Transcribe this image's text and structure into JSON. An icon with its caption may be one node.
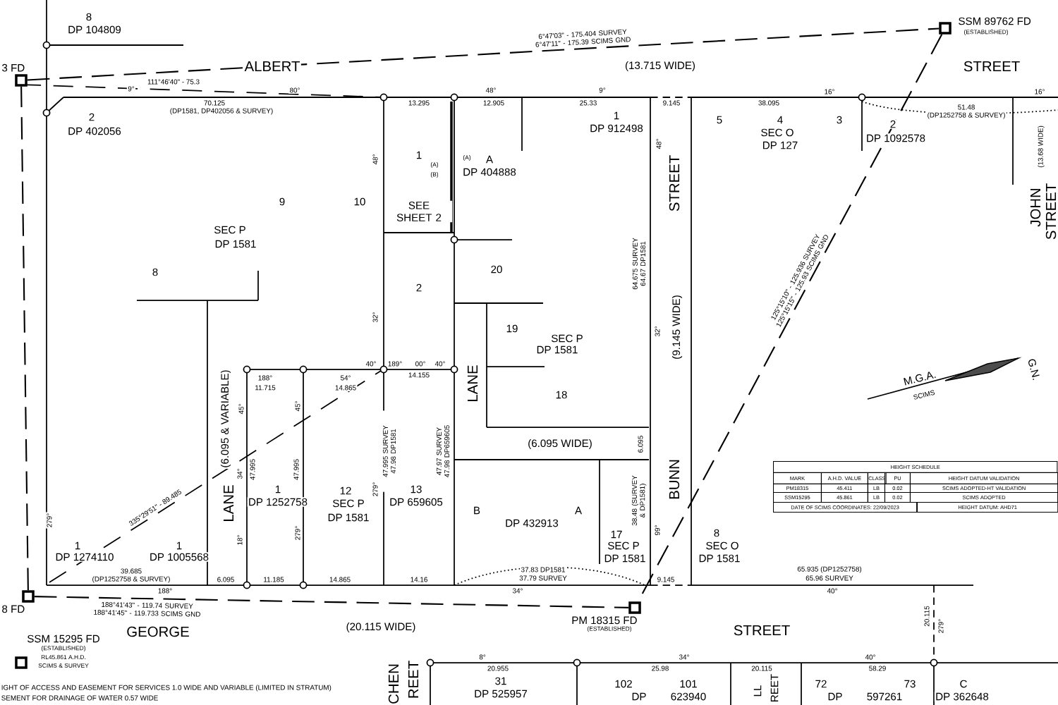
{
  "diagram": {
    "nodes": [
      {
        "text": [
          "3 FD"
        ]
      },
      {
        "text": [
          "SSM 89762 FD",
          "(ESTABLISHED)"
        ]
      },
      {
        "text": [
          "PM 18315 FD",
          "(ESTABLISHED)"
        ]
      },
      {
        "text": [
          "8 FD"
        ]
      },
      {
        "text": [
          "SSM 15295 FD",
          "(ESTABLISHED)",
          "RL45.861 A.H.D.",
          "SCIMS & SURVEY"
        ]
      }
    ],
    "edges": [
      {
        "from": 0,
        "to": 1,
        "arrow": "none",
        "style": "dashed",
        "label": "6°47'03\" - 175.404 SURVEY 6°47'11\" - 175.39 SCIMS GND"
      },
      {
        "from": 1,
        "to": 2,
        "arrow": "none",
        "style": "dashed",
        "label": "125°15'10\" - 125.936 SURVEY 125°15'15\" - 125.93 SCIMS GND"
      },
      {
        "from": 3,
        "to": 2,
        "arrow": "none",
        "style": "dashed",
        "label": "188°41'43\" - 119.74 SURVEY 188°41'45\" - 119.733 SCIMS GND"
      },
      {
        "from": 3,
        "to": 0,
        "arrow": "none",
        "style": "dashed"
      }
    ],
    "labels": [
      "8",
      "DP 104809",
      "ALBERT",
      "(13.715 WIDE)",
      "STREET",
      "9°",
      "111°46'40\" - 75.3",
      "80°",
      "48°",
      "9°",
      "16°",
      "16°",
      "70.125",
      "13.295",
      "12.905",
      "25.33",
      "9.145",
      "38.095",
      "51.48",
      "2",
      "(DP1581, DP402056 & SURVEY)",
      "1",
      "5",
      "4",
      "3",
      "2",
      "(DP1252758 & SURVEY)",
      "DP 402056",
      "DP 912498",
      "SEC O",
      "DP 127",
      "DP 1092578",
      "(13.68 WIDE)",
      "48°",
      "1",
      "(A)",
      "(B)",
      "(A)",
      "A",
      "DP 404888",
      "48°",
      "STREET",
      "9",
      "10",
      "SEE SHEET 2",
      "JOHN",
      "STREET",
      "SEC P",
      "DP 1581",
      "8",
      "20",
      "64.675 SURVEY 64.67 DP1581",
      "2",
      "32°",
      "19",
      "SEC P",
      "32°",
      "(9.145 WIDE)",
      "DP 1581",
      "188°",
      "54°",
      "40°",
      "189°",
      "14.155",
      "00°",
      "40°",
      "LANE",
      "M.G.A.",
      "G.N.",
      "11.715",
      "14.865",
      "18",
      "SCIMS",
      "(6.095 & VARIABLE)",
      "45°",
      "45°",
      "47.995 SURVEY 47.98 DP1581",
      "47.97 SURVEY 47.98 DP659605",
      "(6.095 WIDE)",
      "6.095",
      "34°",
      "47.995",
      "47.995",
      "BUNN",
      "1",
      "12",
      "279°",
      "13",
      "335°29'51\" - 89.485",
      "LANE",
      "DP 1252758",
      "SEC P",
      "DP 659605",
      "B",
      "A",
      "38.48 (SURVEY & DP1581)",
      "279°",
      "DP 1581",
      "DP 432913",
      "99°",
      "279°",
      "17",
      "8",
      "1",
      "1",
      "18°",
      "SEC P",
      "SEC O",
      "DP 1274110",
      "DP 1005568",
      "DP 1581",
      "DP 1581",
      "39.685",
      "37.83 DP1581",
      "65.935 (DP1252758)",
      "(DP1252758 & SURVEY)",
      "6.095",
      "11.185",
      "14.865",
      "14.16",
      "37.79 SURVEY",
      "9.145",
      "65.96 SURVEY",
      "188°",
      "34°",
      "40°",
      "GEORGE",
      "(20.115 WIDE)",
      "STREET",
      "20.115",
      "279°",
      "8°",
      "34°",
      "40°",
      "20.955",
      "25.98",
      "20.115",
      "58.29",
      "CHEN",
      "REET",
      "31",
      "102",
      "101",
      "LL",
      "REET",
      "72",
      "73",
      "C",
      "DP 525957",
      "DP",
      "623940",
      "DP",
      "597261",
      "DP 362648",
      "IGHT OF ACCESS AND EASEMENT FOR SERVICES 1.0 WIDE AND VARIABLE (LIMITED IN STRATUM)",
      "SEMENT FOR DRAINAGE OF WATER 0.57 WIDE",
      "HEIGHT SCHEDULE",
      "MARK",
      "A.H.D. VALUE",
      "CLASS",
      "PU",
      "HEIGHT DATUM VALIDATION",
      "PM18315",
      "45.411",
      "LB",
      "0.02",
      "SCIMS ADOPTED-HT VALIDATION",
      "SSM15295",
      "45.861",
      "LB",
      "0.02",
      "SCIMS ADOPTED",
      "DATE OF SCIMS COORDINATES: 22/09/2023",
      "HEIGHT DATUM: AHD71"
    ]
  }
}
